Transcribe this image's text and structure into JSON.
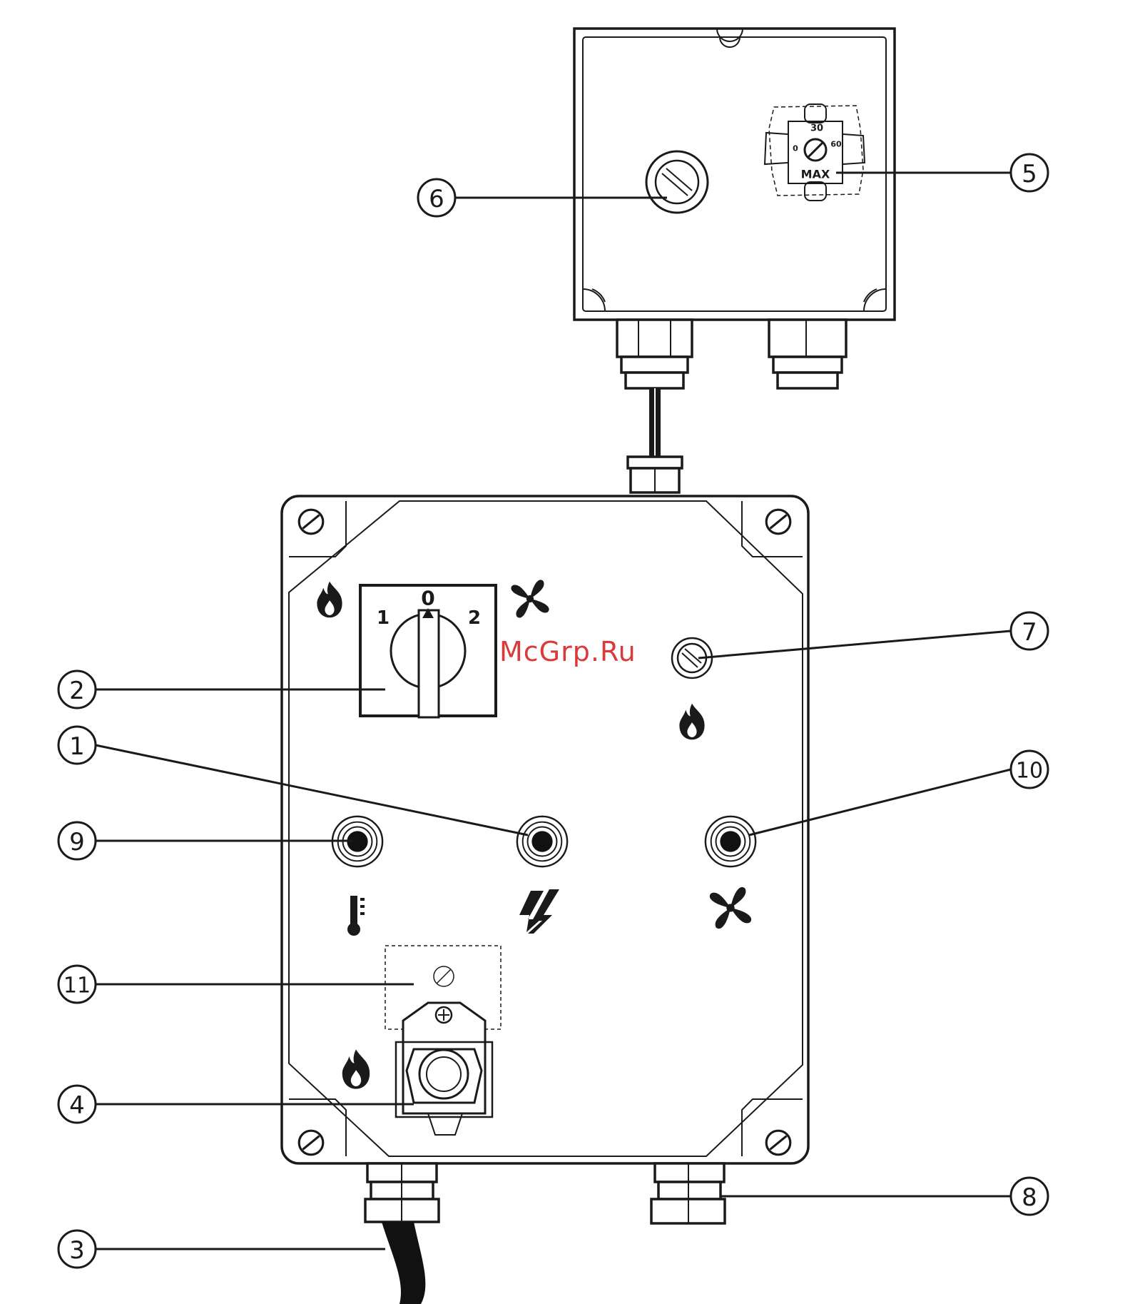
{
  "watermark": "McGrp.Ru",
  "switch_labels": {
    "pos1": "1",
    "pos0": "0",
    "pos2": "2"
  },
  "dial_labels": {
    "top": "30",
    "left": "0",
    "right": "60",
    "bottom": "MAX"
  },
  "callouts": [
    "1",
    "2",
    "3",
    "4",
    "5",
    "6",
    "7",
    "8",
    "9",
    "10",
    "11"
  ],
  "icons": {
    "flame": "flame-icon",
    "fan": "fan-icon",
    "lightning": "lightning-icon",
    "thermometer": "thermometer-icon"
  },
  "colors": {
    "line": "#1a1a1a",
    "watermark": "#d93a3a",
    "background": "#ffffff"
  }
}
